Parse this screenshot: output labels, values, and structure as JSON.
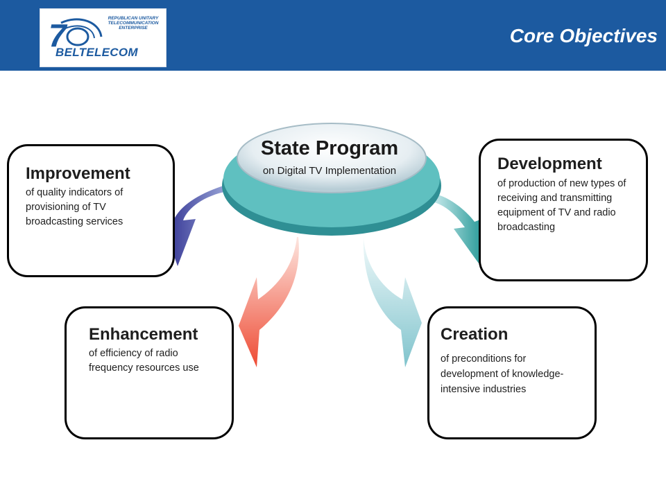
{
  "header": {
    "title": "Core Objectives",
    "logo": {
      "name": "BELTELECOM",
      "tagline": "REPUBLICAN UNITARY TELECOMMUNICATION ENTERPRISE",
      "mark": "logo-mark-icon"
    }
  },
  "center": {
    "title": "State Program",
    "subtitle": "on Digital TV Implementation"
  },
  "objectives": [
    {
      "title": "Improvement",
      "text": "of quality indicators of provisioning of TV broadcasting services",
      "arrow_color": "#3a3aa0"
    },
    {
      "title": "Development",
      "text": "of production of new types of receiving and transmitting equipment of TV and radio broadcasting",
      "arrow_color": "#2a9c9a"
    },
    {
      "title": "Enhancement",
      "text": "of efficiency of radio frequency resources use",
      "arrow_color": "#f0503a"
    },
    {
      "title": "Creation",
      "text": "of preconditions for development of knowledge-intensive industries",
      "arrow_color": "#8fc8d0"
    }
  ],
  "colors": {
    "header": "#1c5aa0",
    "ellipse": "#5fc0c0",
    "ellipse_dark": "#2f8f94"
  }
}
